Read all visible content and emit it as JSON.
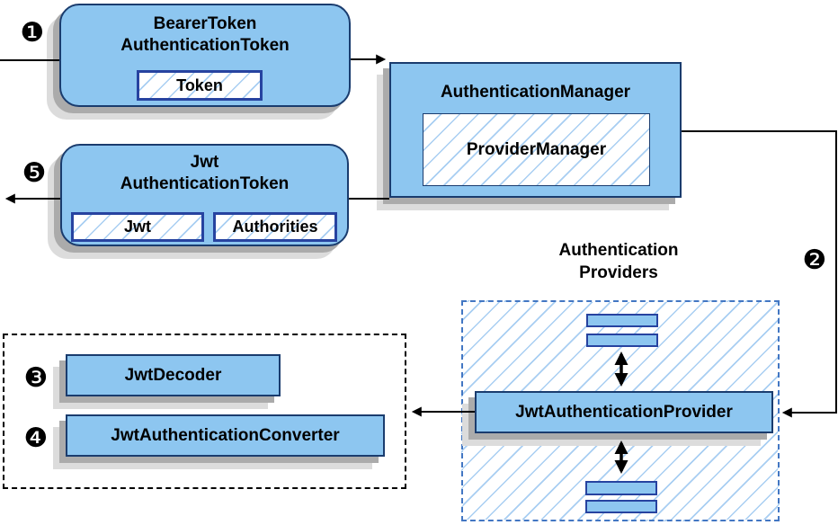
{
  "diagram": {
    "bearer_token": {
      "title_line1": "BearerToken",
      "title_line2": "AuthenticationToken",
      "field": "Token"
    },
    "authentication_manager": {
      "title": "AuthenticationManager",
      "field": "ProviderManager"
    },
    "jwt_token": {
      "title_line1": "Jwt",
      "title_line2": "AuthenticationToken",
      "field_jwt": "Jwt",
      "field_authorities": "Authorities"
    },
    "providers": {
      "label_line1": "Authentication",
      "label_line2": "Providers",
      "provider_label": "JwtAuthenticationProvider"
    },
    "converters": {
      "decoder_label": "JwtDecoder",
      "converter_label": "JwtAuthenticationConverter"
    },
    "steps": {
      "s1": "❶",
      "s2": "❷",
      "s3": "❸",
      "s4": "❹",
      "s5": "❺"
    },
    "colors": {
      "node_fill": "#8DC6F0",
      "node_border": "#1A3C6E",
      "field_border": "#2743A0",
      "hatch_line": "#A8CEF2",
      "providers_border": "#4377C3",
      "shadow_dark": "#ABABAB",
      "shadow_light": "#DCDCDC",
      "arrow": "#000000"
    }
  }
}
